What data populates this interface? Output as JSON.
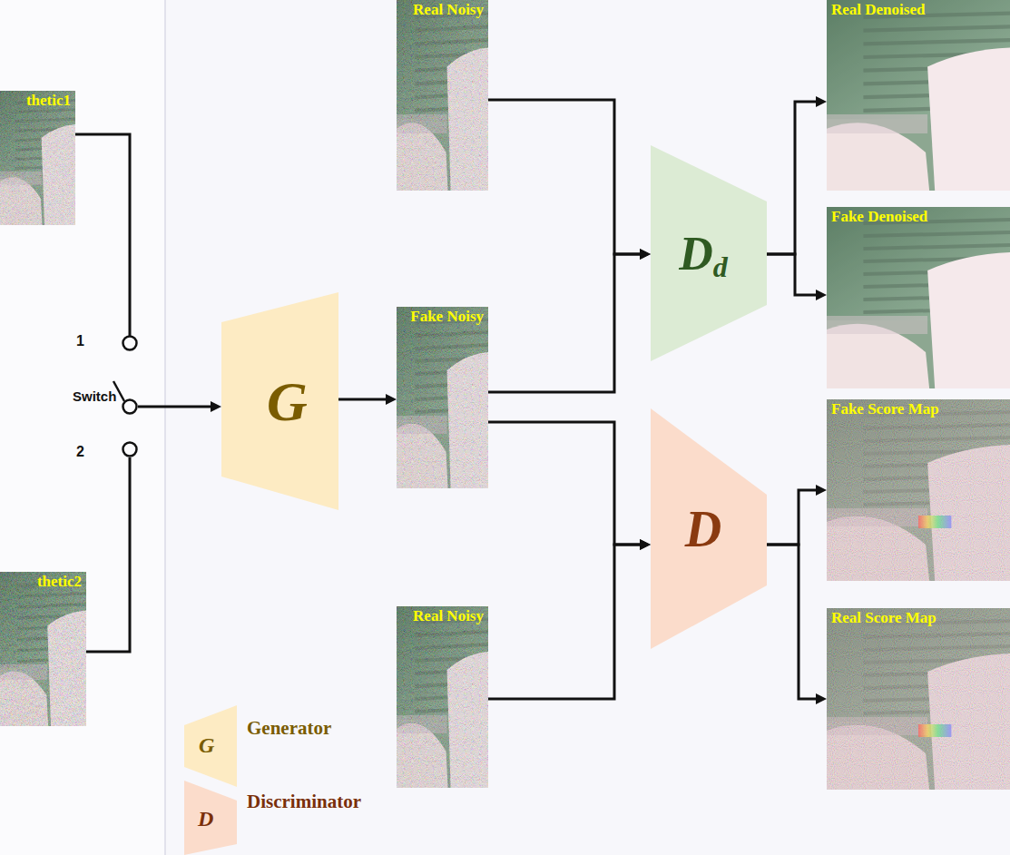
{
  "diagram": {
    "nodes": [
      {
        "text": [
          "thetic1"
        ]
      },
      {
        "text": [
          "Switch"
        ]
      },
      {
        "text": [
          "thetic2"
        ]
      },
      {
        "text": [
          "G"
        ]
      },
      {
        "text": [
          "Real Noisy"
        ]
      },
      {
        "text": [
          "Fake Noisy"
        ]
      },
      {
        "text": [
          "Real Noisy"
        ]
      },
      {
        "text": [
          "D",
          "d"
        ]
      },
      {
        "text": [
          "D"
        ]
      },
      {
        "text": [
          "Real Denoised"
        ]
      },
      {
        "text": [
          "Fake Denoised"
        ]
      },
      {
        "text": [
          "Fake Score Map"
        ]
      },
      {
        "text": [
          "Real Score Map"
        ]
      }
    ],
    "edges": [
      {
        "from": 0,
        "to": 1,
        "arrow": "none"
      },
      {
        "from": 2,
        "to": 1,
        "arrow": "none"
      },
      {
        "from": 1,
        "to": 3,
        "arrow": "to"
      },
      {
        "from": 3,
        "to": 5,
        "arrow": "to"
      },
      {
        "from": 4,
        "to": 7,
        "arrow": "to"
      },
      {
        "from": 5,
        "to": 7,
        "arrow": "to"
      },
      {
        "from": 5,
        "to": 8,
        "arrow": "to"
      },
      {
        "from": 6,
        "to": 8,
        "arrow": "to"
      },
      {
        "from": 7,
        "to": 9,
        "arrow": "to"
      },
      {
        "from": 7,
        "to": 10,
        "arrow": "to"
      },
      {
        "from": 8,
        "to": 11,
        "arrow": "to"
      },
      {
        "from": 8,
        "to": 12,
        "arrow": "to"
      }
    ],
    "labels": [
      "1",
      "2",
      "G",
      "D"
    ],
    "legend": [
      {
        "text": "Generator",
        "color": "#fdebc3"
      },
      {
        "text": "Discriminator",
        "color": "#fbdccb"
      }
    ]
  }
}
